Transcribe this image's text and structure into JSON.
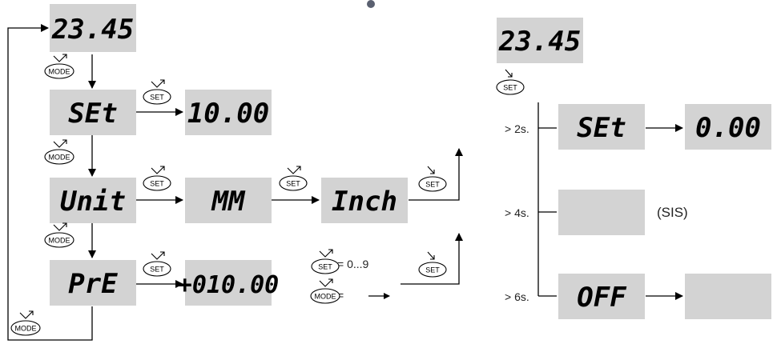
{
  "buttons": {
    "mode": "MODE",
    "set": "SET"
  },
  "left_flow": {
    "display_value": "23.45",
    "set_menu": "SEt",
    "set_value": "10.00",
    "unit_menu": "Unit",
    "unit_mm": "MM",
    "unit_inch": "Inch",
    "preset_menu": "PrE",
    "preset_value": "+010.00"
  },
  "legend": {
    "set_desc": "= 0...9",
    "mode_desc": "="
  },
  "right_flow": {
    "display_value": "23.45",
    "set_menu": "SEt",
    "zero_value": "0.00",
    "time_2s": "> 2s.",
    "time_4s": "> 4s.",
    "sis_label": "(SIS)",
    "time_6s": "> 6s.",
    "off_label": "OFF"
  },
  "colors": {
    "lcd_background": "#d3d3d3",
    "line": "#000000"
  },
  "icons": {
    "press": "press-arrow-icon"
  }
}
